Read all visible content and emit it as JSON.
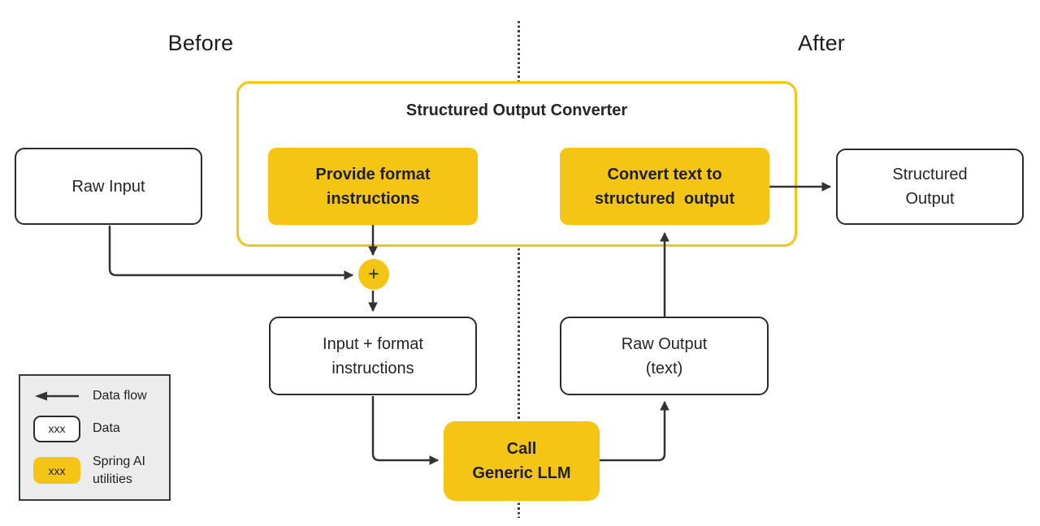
{
  "labels": {
    "before": "Before",
    "after": "After"
  },
  "converter": {
    "title": "Structured Output Converter"
  },
  "nodes": {
    "raw_input": {
      "lines": [
        "Raw Input"
      ]
    },
    "provide_format": {
      "lines": [
        "Provide format",
        "instructions"
      ]
    },
    "convert_text": {
      "lines": [
        "Convert text to",
        "structured  output"
      ]
    },
    "structured_output": {
      "lines": [
        "Structured",
        "Output"
      ]
    },
    "input_format": {
      "lines": [
        "Input + format",
        "instructions"
      ]
    },
    "raw_output": {
      "lines": [
        "Raw Output",
        "(text)"
      ]
    },
    "call_llm": {
      "lines": [
        "Call",
        "Generic LLM"
      ]
    },
    "plus": "+"
  },
  "legend": {
    "data_flow_label": "Data flow",
    "data_sample": "xxx",
    "data_label": "Data",
    "spring_sample": "xxx",
    "spring_label_line1": "Spring AI",
    "spring_label_line2": "utilities"
  },
  "colors": {
    "accent_yellow": "#f5c515",
    "stroke_dark": "#333333",
    "legend_bg": "#ececec",
    "background": "#ffffff"
  }
}
